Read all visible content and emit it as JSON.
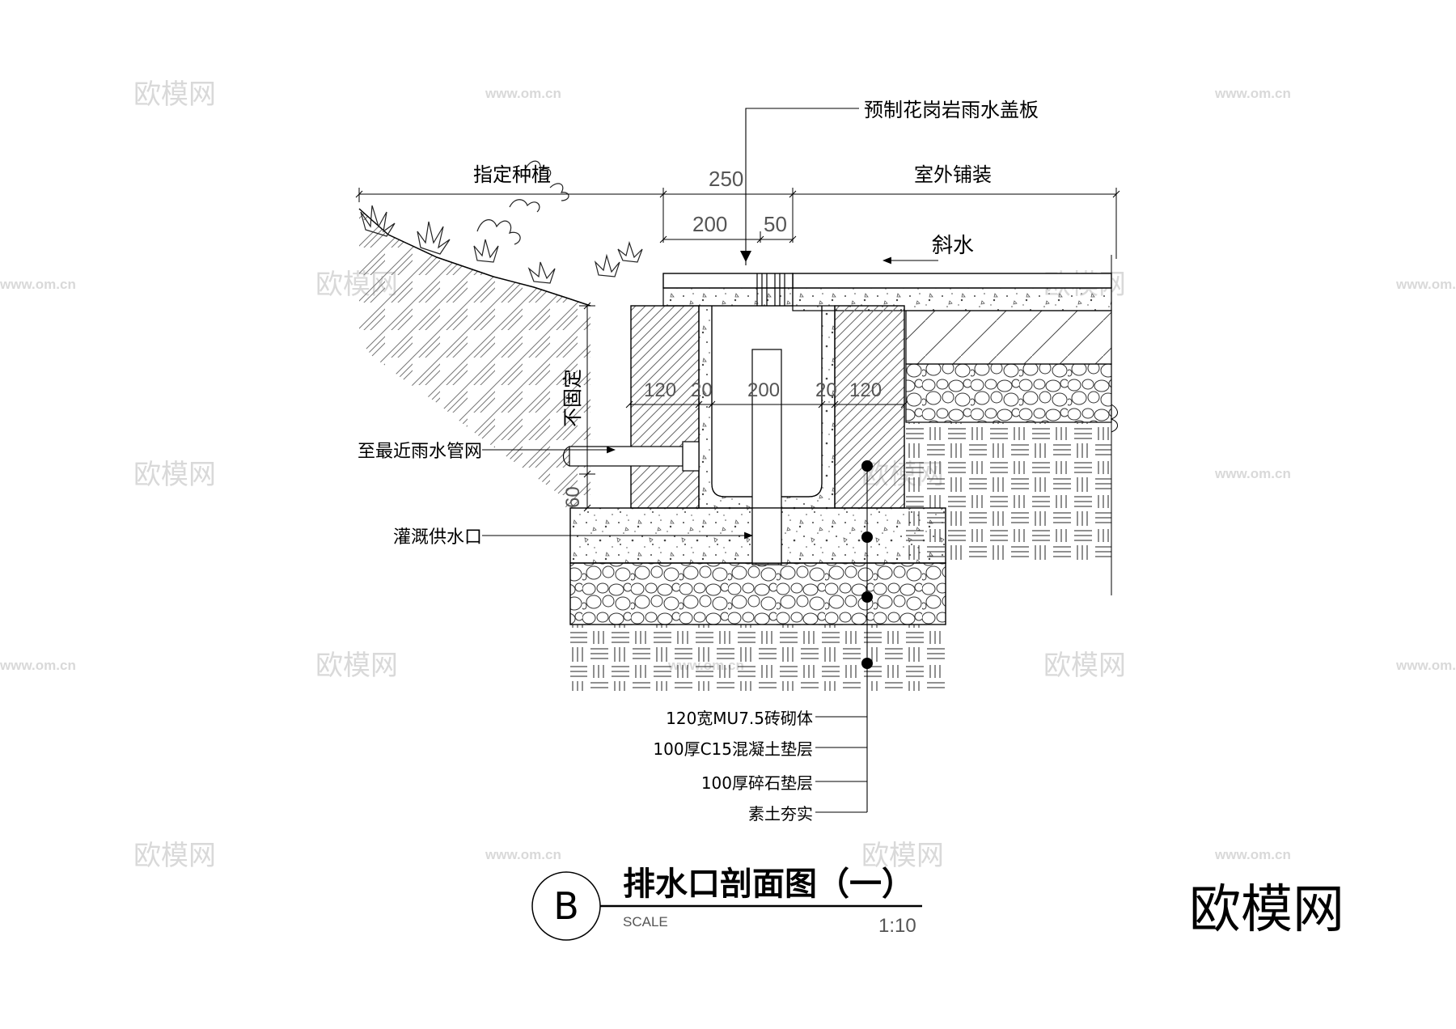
{
  "labels": {
    "cover": "预制花岗岩雨水盖板",
    "planting": "指定种植",
    "paving": "室外铺装",
    "slope": "斜水",
    "variable": "不固定",
    "to_pipe": "至最近雨水管网",
    "irrigation": "灌溉供水口",
    "layer_brick": "120宽MU7.5砖砌体",
    "layer_concrete": "100厚C15混凝土垫层",
    "layer_gravel": "100厚碎石垫层",
    "layer_soil": "素土夯实"
  },
  "dimensions": {
    "total": "250",
    "grate": "200",
    "gap": "50",
    "wall_left": "120",
    "inner_left": "20",
    "inner": "200",
    "inner_right": "20",
    "wall_right": "120",
    "depth": "60"
  },
  "title_block": {
    "badge": "B",
    "title": "排水口剖面图（一）",
    "scale_label": "SCALE",
    "scale_value": "1:10"
  },
  "watermark": {
    "brand": "欧模网",
    "url": "www.om.cn"
  }
}
